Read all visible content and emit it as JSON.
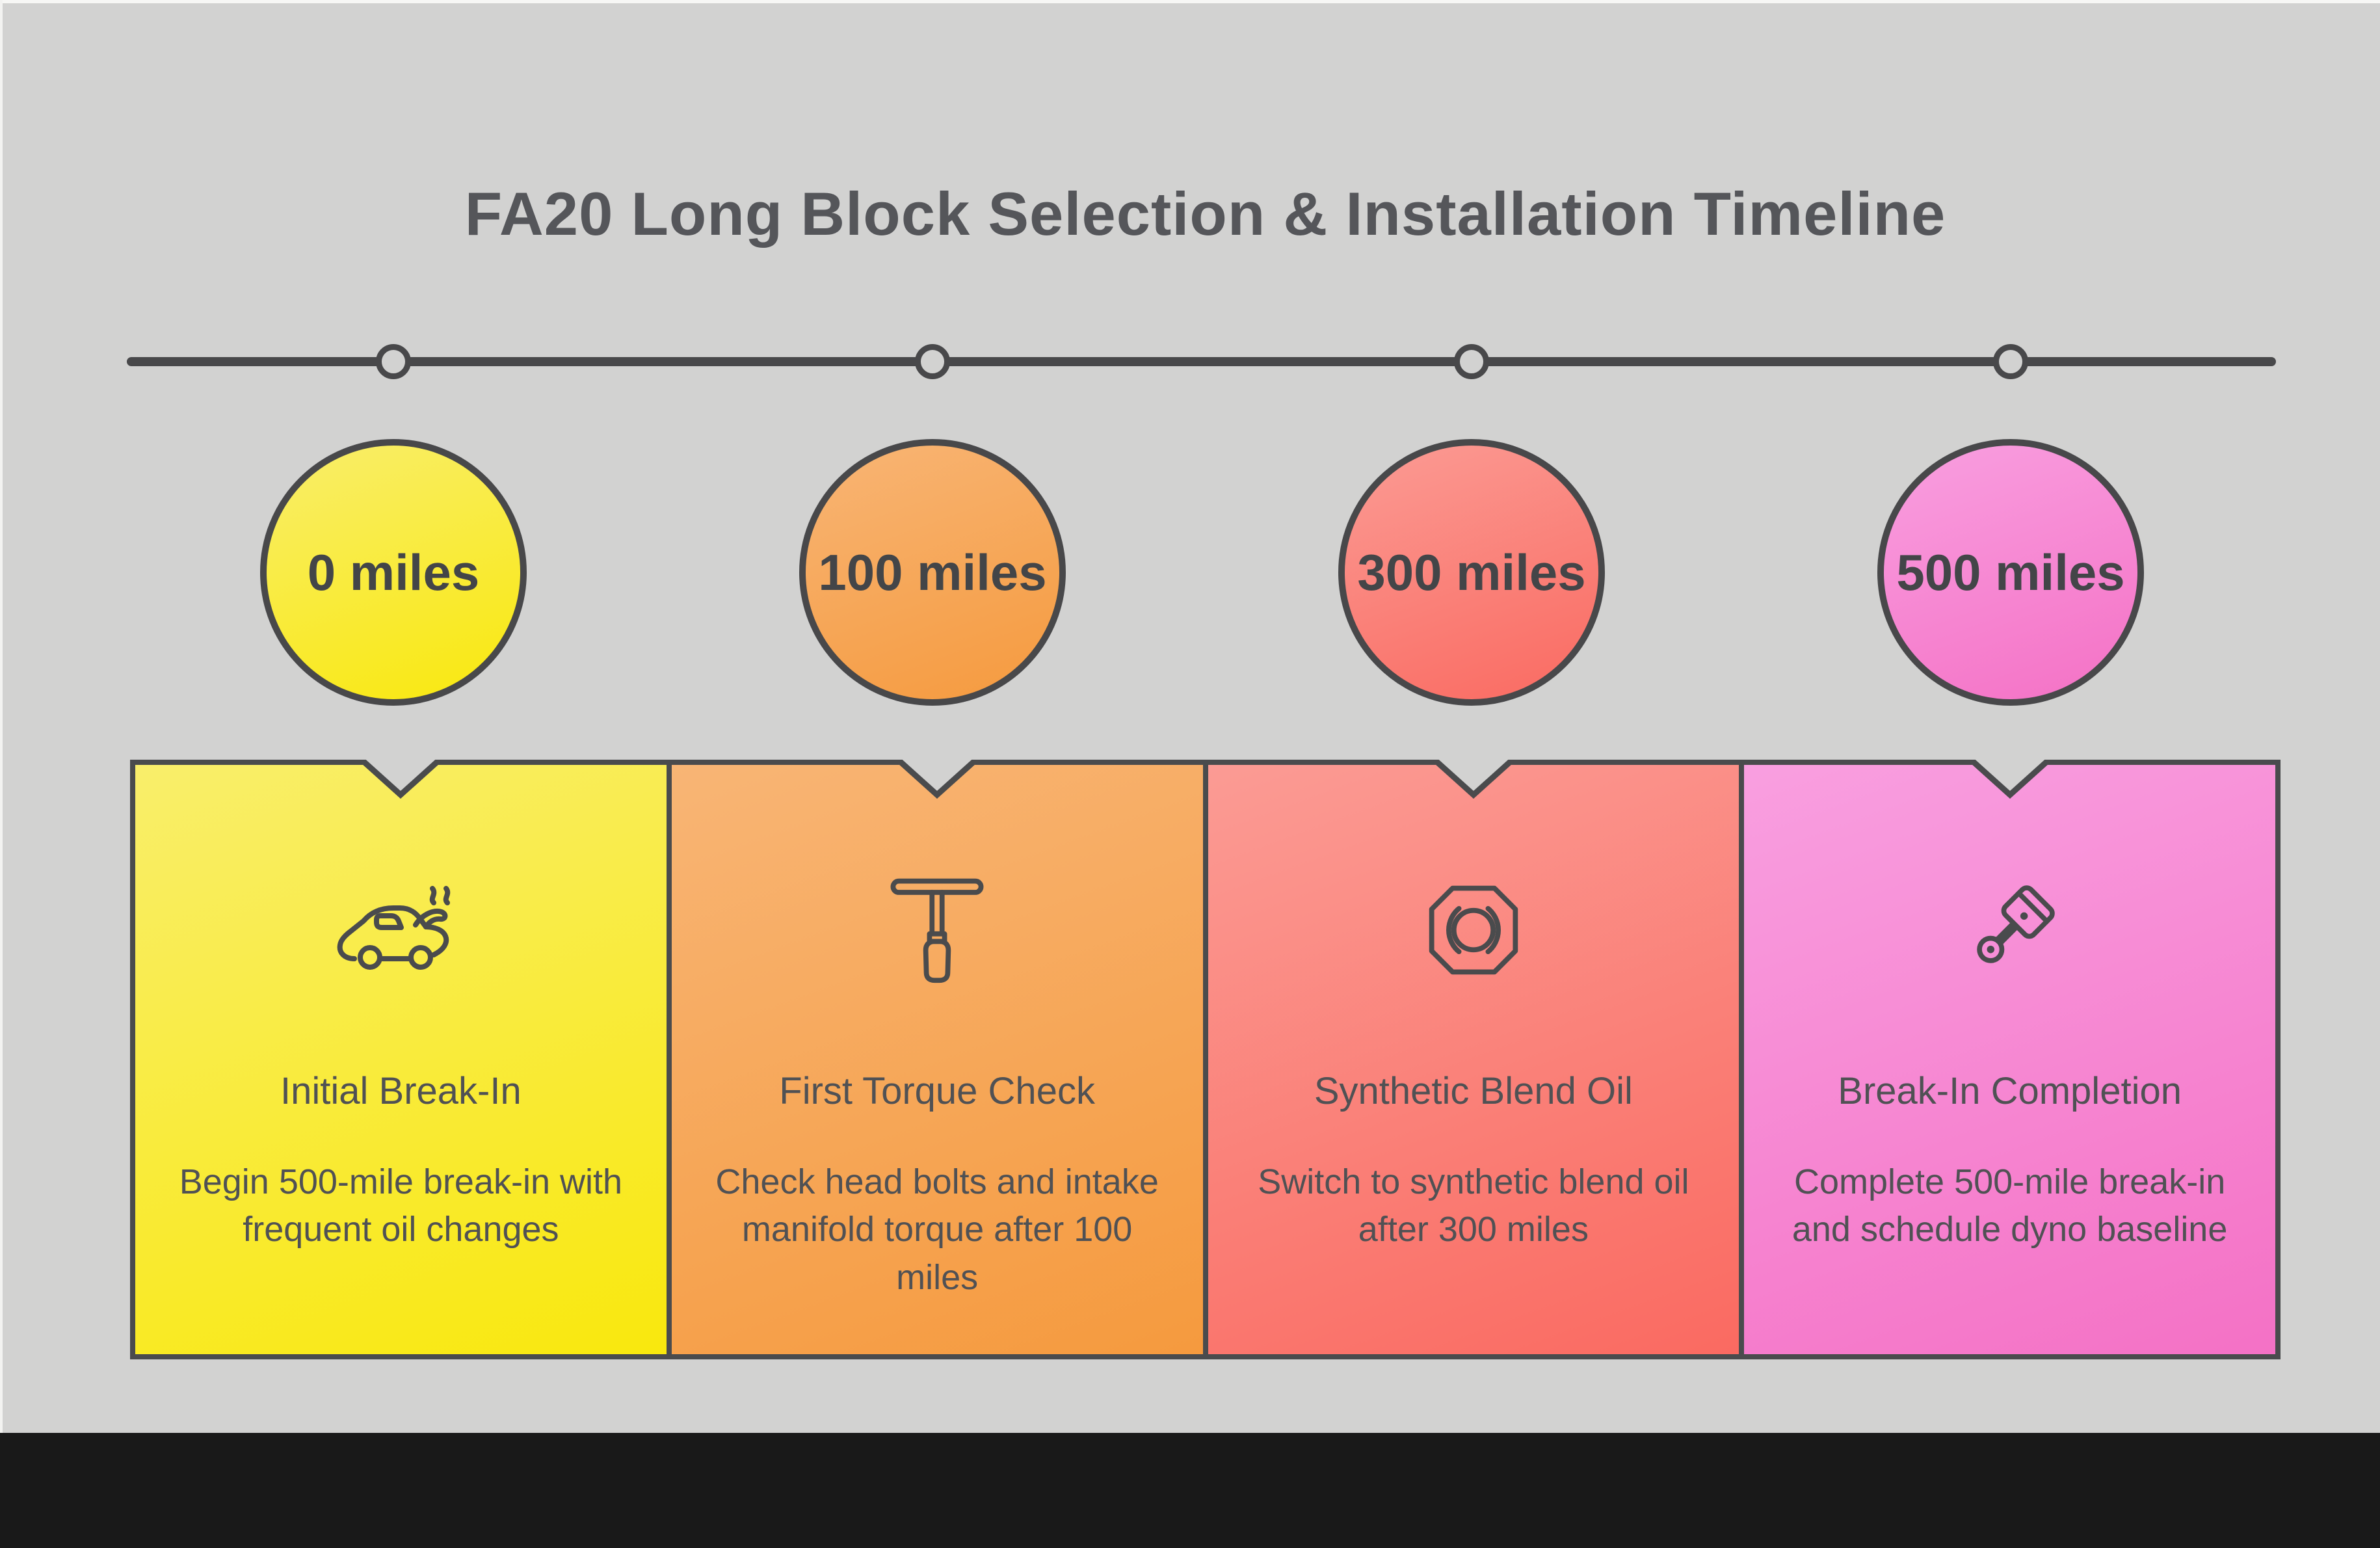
{
  "page": {
    "title": "FA20 Long Block Selection & Installation Timeline"
  },
  "palette": {
    "background": "#d2d2d1",
    "top_strip": "#f7f7f5",
    "bottom_band": "#191919",
    "outline_stroke": "#4a4b4d",
    "timeline_line": "#48484a",
    "title_text": "#55565a",
    "card_text": "#505154",
    "circle_label_text": "#434548",
    "yellow_light": "#f9ee6b",
    "yellow_deep": "#f9e80d",
    "orange_light": "#f8b575",
    "orange_deep": "#f59a3e",
    "salmon_light": "#fb9b94",
    "salmon_deep": "#fa6a61",
    "pink_light": "#f99fe0",
    "pink_deep": "#f471c5"
  },
  "milestones": [
    {
      "label": "0 miles",
      "card_title": "Initial Break-In",
      "description": "Begin 500-mile break-in with frequent oil changes",
      "icon": "overheating-car-icon"
    },
    {
      "label": "100 miles",
      "card_title": "First Torque Check",
      "description": "Check head bolts and intake manifold torque after 100 miles",
      "icon": "torque-wrench-icon"
    },
    {
      "label": "300 miles",
      "card_title": "Synthetic Blend Oil",
      "description": "Switch to synthetic blend oil after 300 miles",
      "icon": "lug-nut-icon"
    },
    {
      "label": "500 miles",
      "card_title": "Break-In Completion",
      "description": "Complete 500-mile break-in and schedule dyno baseline",
      "icon": "piston-icon"
    }
  ]
}
